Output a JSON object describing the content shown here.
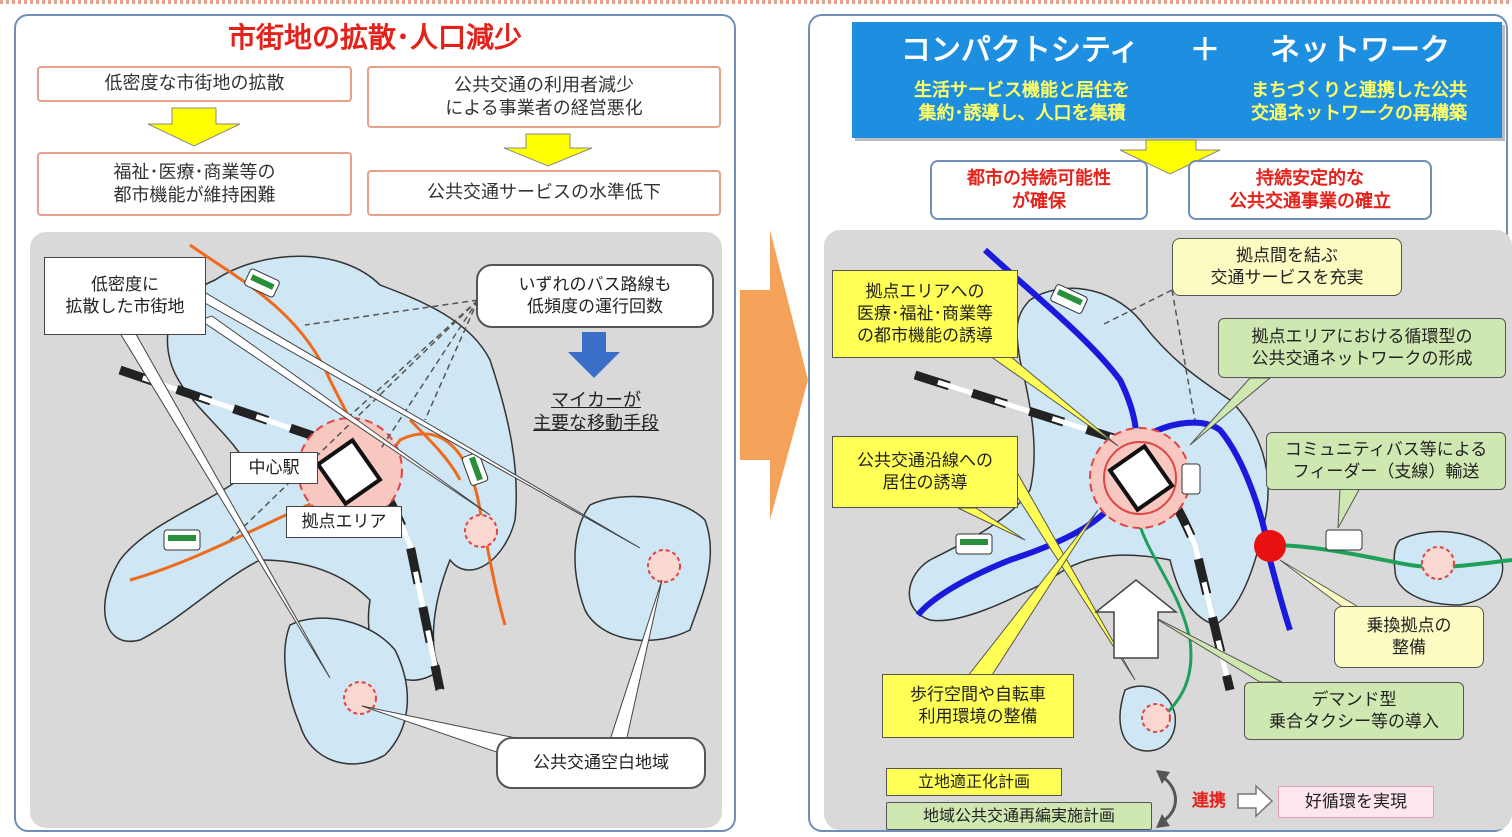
{
  "left": {
    "title": "市街地の拡散･人口減少",
    "box_sprawl": "低密度な市街地の拡散",
    "box_ridership": "公共交通の利用者減少\nによる事業者の経営悪化",
    "box_urban_functions": "福祉･医療･商業等の\n都市機能が維持困難",
    "box_service_decline": "公共交通サービスの水準低下",
    "label_low_density": "低密度に\n拡散した市街地",
    "label_bus_routes": "いずれのバス路線も\n低頻度の運行回数",
    "label_mycar": "マイカーが\n主要な移動手段",
    "label_station": "中心駅",
    "label_hub_area": "拠点エリア",
    "label_blank_area": "公共交通空白地域"
  },
  "right": {
    "header_left": "コンパクトシティ",
    "header_plus": "＋",
    "header_right": "ネットワーク",
    "header_left_sub": "生活サービス機能と居住を\n集約･誘導し、人口を集積",
    "header_right_sub": "まちづくりと連携した公共\n交通ネットワークの再構築",
    "goal_left": "都市の持続可能性\nが確保",
    "goal_right": "持続安定的な\n公共交通事業の確立",
    "label_urban_func": "拠点エリアへの\n医療･福祉･商業等\nの都市機能の誘導",
    "label_transport_link": "拠点間を結ぶ\n交通サービスを充実",
    "label_circular": "拠点エリアにおける循環型の\n公共交通ネットワークの形成",
    "label_residence": "公共交通沿線への\n居住の誘導",
    "label_feeder": "コミュニティバス等による\nフィーダー（支線）輸送",
    "label_transfer": "乗換拠点の\n整備",
    "label_walking": "歩行空間や自転車\n利用環境の整備",
    "label_demand": "デマンド型\n乗合タクシー等の導入",
    "plan_location": "立地適正化計画",
    "plan_transport": "地域公共交通再編実施計画",
    "cooperation": "連携",
    "result": "好循環を実現"
  },
  "colors": {
    "panel_border": "#6f8fb8",
    "header_blue": "#1e8fe0",
    "header_yellow": "#ffff66",
    "title_red": "#e4221c",
    "area_fill": "#cfe6f5",
    "bus_orange": "#ee6a1c",
    "bus_blue": "#1a1adc",
    "feeder_green": "#1fa05a",
    "arrow_orange": "#f4a25a",
    "arrow_yellow": "#ffff00"
  }
}
